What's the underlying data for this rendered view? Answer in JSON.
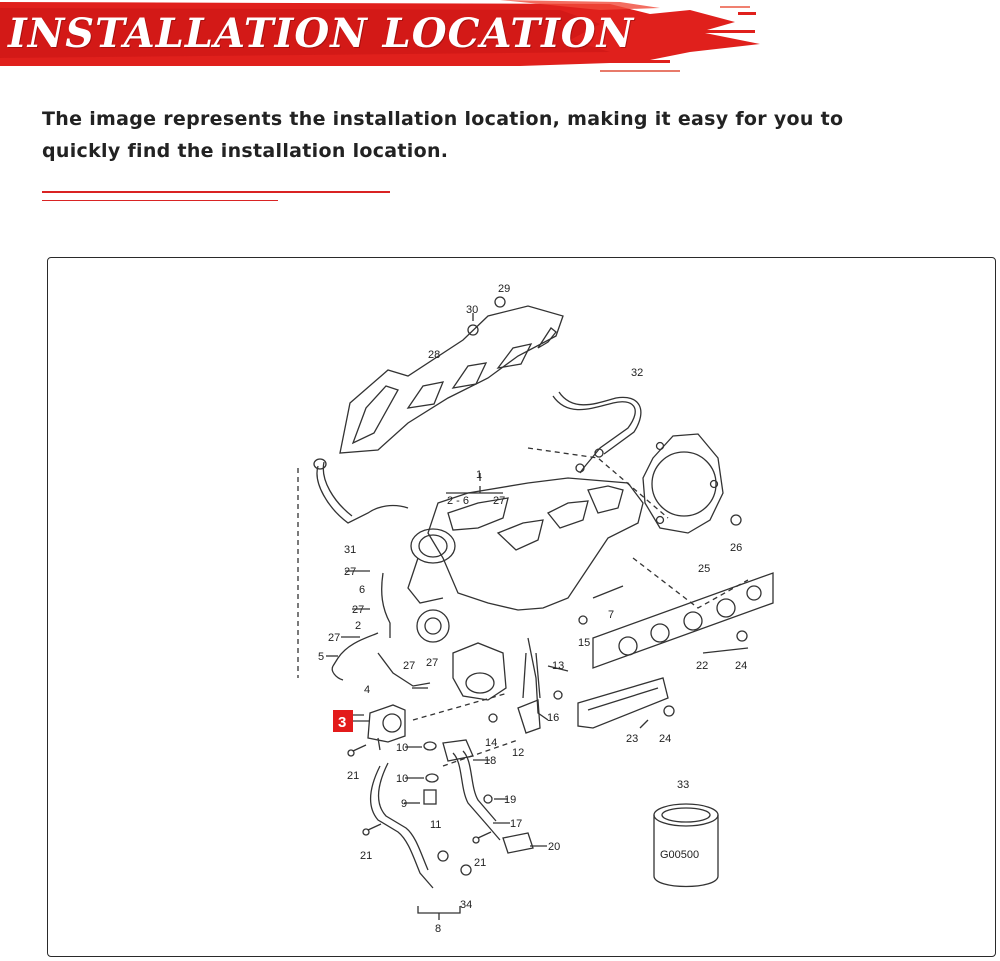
{
  "header": {
    "title": "INSTALLATION LOCATION",
    "accent_color": "#e0201c"
  },
  "description": "The image represents the installation location, making it easy for you to quickly find the installation location.",
  "diagram": {
    "highlight_label": "3",
    "highlight_color": "#e31b1b",
    "container_label": "G00500",
    "callouts": [
      "29",
      "30",
      "28",
      "32",
      "1",
      "2 - 6",
      "27",
      "31",
      "26",
      "25",
      "27",
      "6",
      "27",
      "2",
      "7",
      "15",
      "27",
      "5",
      "27",
      "27",
      "22",
      "24",
      "13",
      "4",
      "16",
      "14",
      "12",
      "23",
      "24",
      "10",
      "18",
      "21",
      "10",
      "19",
      "9",
      "17",
      "11",
      "20",
      "21",
      "21",
      "34",
      "8",
      "33"
    ]
  }
}
